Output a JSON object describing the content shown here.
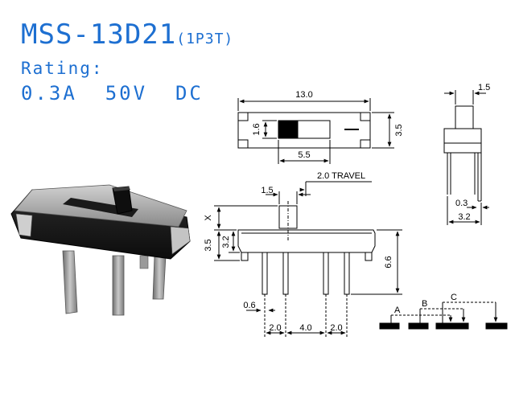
{
  "header": {
    "model": "MSS-13D21",
    "pole_config": "(1P3T)",
    "rating_label": "Rating:",
    "rating_value": "0.3A  50V  DC"
  },
  "colors": {
    "header_text": "#1d6fd1",
    "drawing_line": "#000000",
    "switch_body": "#1a1a1a",
    "switch_plate": "#9a9a9a"
  },
  "top_view": {
    "overall_length": "13.0",
    "width": "3.5",
    "slot_height": "1.6",
    "slot_length": "5.5"
  },
  "side_view": {
    "actuator_width": "1.5",
    "travel": "2.0 TRAVEL",
    "actuator_height_label": "X",
    "body_height": "3.5",
    "pin_offset": "3.2",
    "total_height": "6.6",
    "pin_width": "0.6",
    "pitch_left": "2.0",
    "pitch_center": "4.0",
    "pitch_right": "2.0"
  },
  "end_view": {
    "actuator_width": "1.5",
    "pin_thickness": "0.3",
    "pin_span": "3.2"
  },
  "schematic": {
    "terminal_a": "A",
    "terminal_b": "B",
    "terminal_c": "C"
  }
}
